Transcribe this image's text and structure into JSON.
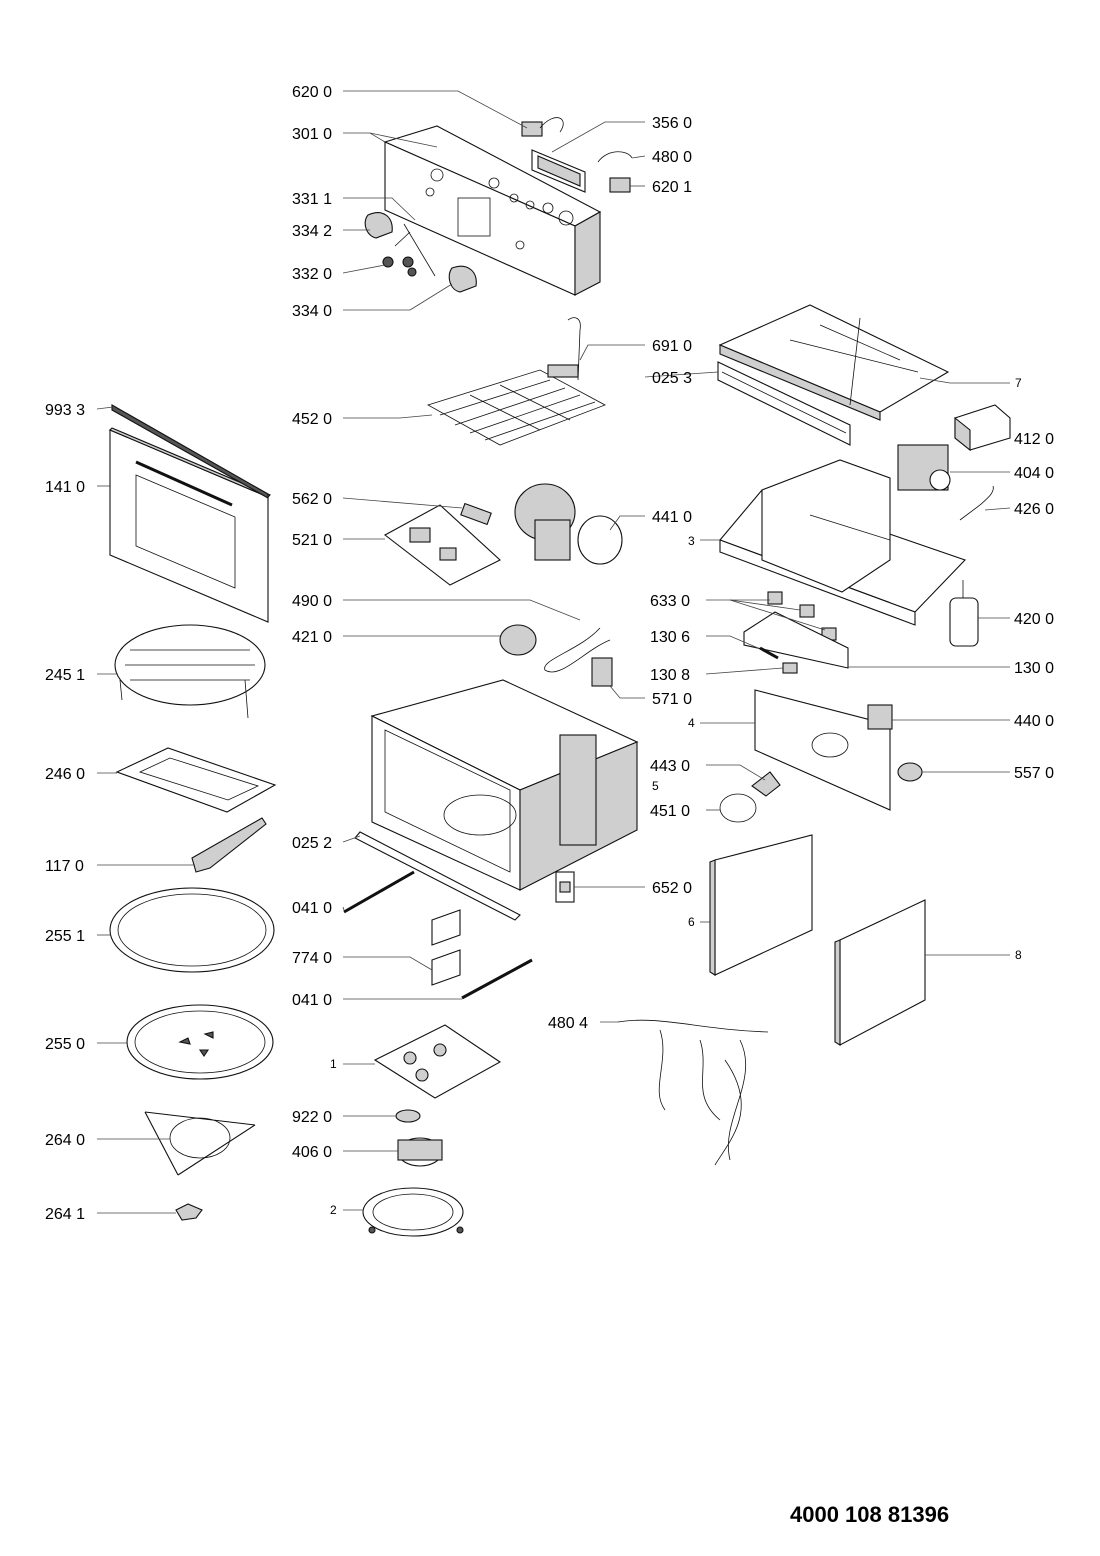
{
  "document_number": "4000 108 81396",
  "parts": [
    {
      "label": "620 0"
    },
    {
      "label": "301 0"
    },
    {
      "label": "356 0"
    },
    {
      "label": "480 0"
    },
    {
      "label": "620 1"
    },
    {
      "label": "331 1"
    },
    {
      "label": "334 2"
    },
    {
      "label": "332 0"
    },
    {
      "label": "334 0"
    },
    {
      "label": "691 0"
    },
    {
      "label": "025 3"
    },
    {
      "label": "7"
    },
    {
      "label": "993 3"
    },
    {
      "label": "452 0"
    },
    {
      "label": "412 0"
    },
    {
      "label": "404 0"
    },
    {
      "label": "141 0"
    },
    {
      "label": "562 0"
    },
    {
      "label": "426 0"
    },
    {
      "label": "521 0"
    },
    {
      "label": "441 0"
    },
    {
      "label": "3"
    },
    {
      "label": "490 0"
    },
    {
      "label": "633 0"
    },
    {
      "label": "421 0"
    },
    {
      "label": "420 0"
    },
    {
      "label": "130 6"
    },
    {
      "label": "245 1"
    },
    {
      "label": "130 8"
    },
    {
      "label": "130 0"
    },
    {
      "label": "571 0"
    },
    {
      "label": "4"
    },
    {
      "label": "440 0"
    },
    {
      "label": "443 0"
    },
    {
      "label": "246 0"
    },
    {
      "label": "5"
    },
    {
      "label": "557 0"
    },
    {
      "label": "451 0"
    },
    {
      "label": "025 2"
    },
    {
      "label": "117 0"
    },
    {
      "label": "652 0"
    },
    {
      "label": "041 0"
    },
    {
      "label": "6"
    },
    {
      "label": "255 1"
    },
    {
      "label": "774 0"
    },
    {
      "label": "8"
    },
    {
      "label": "041 0"
    },
    {
      "label": "480 4"
    },
    {
      "label": "255 0"
    },
    {
      "label": "1"
    },
    {
      "label": "922 0"
    },
    {
      "label": "264 0"
    },
    {
      "label": "406 0"
    },
    {
      "label": "264 1"
    },
    {
      "label": "2"
    }
  ]
}
